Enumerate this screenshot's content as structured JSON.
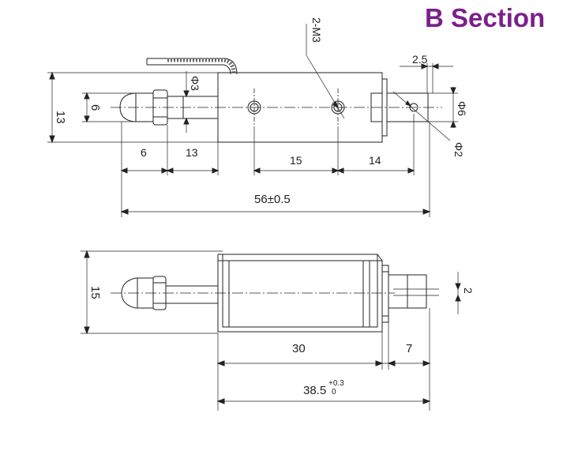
{
  "header": {
    "title": "B Section"
  },
  "colors": {
    "title": "#7b1f8c",
    "line": "#222222"
  },
  "top_view": {
    "thread_label": "2-M3",
    "d_3": "Φ3",
    "d_6": "Φ6",
    "d_2": "Φ2",
    "h_13": "13",
    "h_6": "6",
    "w_2_5": "2.5",
    "w_6": "6",
    "w_13": "13",
    "w_15": "15",
    "w_14": "14",
    "overall": "56±0.5"
  },
  "side_view": {
    "h_15": "15",
    "h_2": "2",
    "w_30": "30",
    "w_7": "7",
    "overall_base": "38.5",
    "tol_upper": "+0.3",
    "tol_lower": "0"
  }
}
